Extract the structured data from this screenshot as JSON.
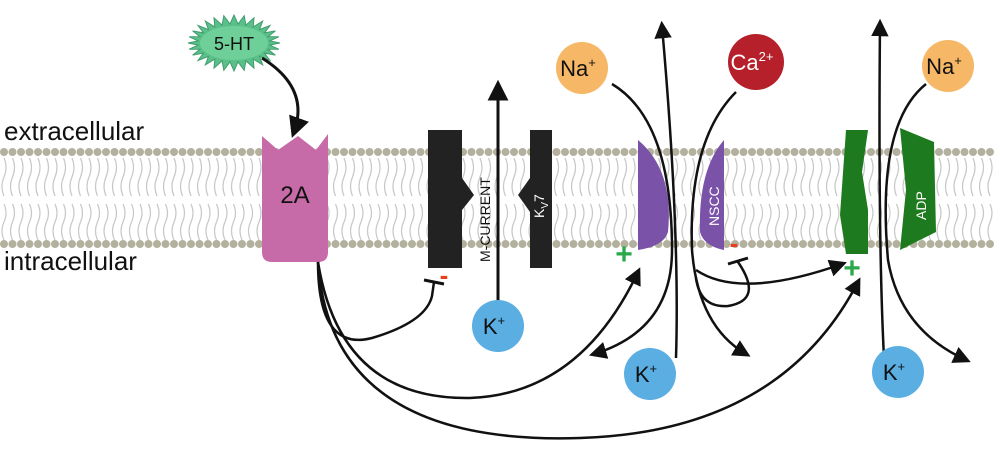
{
  "labels": {
    "extracellular": "extracellular",
    "intracellular": "intracellular",
    "serotonin": "5-HT",
    "receptor": "2A",
    "m_current": "M-CURRENT",
    "kv7_main": "K",
    "kv7_sub": "V",
    "kv7_num": "7",
    "nscc": "NSCC",
    "adp": "ADP"
  },
  "ions": {
    "na_left": {
      "base": "Na",
      "sup": "+"
    },
    "ca": {
      "base": "Ca",
      "sup": "2+"
    },
    "na_right": {
      "base": "Na",
      "sup": "+"
    },
    "k_mcurrent": {
      "base": "K",
      "sup": "+"
    },
    "k_nscc": {
      "base": "K",
      "sup": "+"
    },
    "k_adp": {
      "base": "K",
      "sup": "+"
    }
  },
  "signs": {
    "inhibit_kv7": "-",
    "inhibit_nscc": "-",
    "activate_nscc": "+",
    "activate_adp": "+"
  },
  "colors": {
    "membrane_head": "#b3b19e",
    "membrane_tail": "#c8c8c8",
    "serotonin_fill": "#5bbf8a",
    "receptor_fill": "#c66aa8",
    "kv7_fill": "#222222",
    "nscc_fill": "#7a52a8",
    "adp_fill": "#1e7a1e",
    "na_fill": "#f6b766",
    "ca_fill": "#b5202a",
    "k_fill": "#5aaee2",
    "minus_color": "#e8401c",
    "plus_color": "#2aa84a"
  }
}
